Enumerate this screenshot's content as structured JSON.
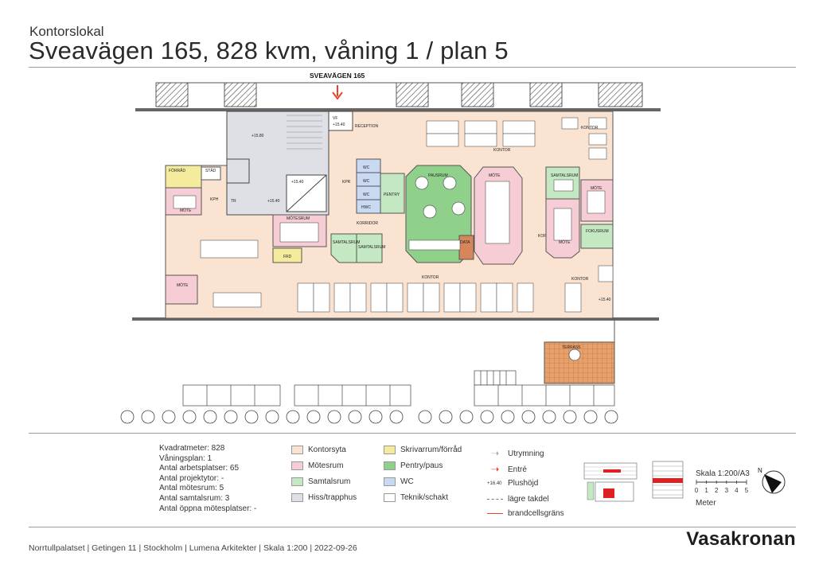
{
  "header": {
    "subtitle": "Kontorslokal",
    "title": "Sveavägen 165, 828 kvm, våning 1 / plan 5"
  },
  "plan": {
    "street_label": "SVEAVÄGEN 165",
    "rooms": {
      "reception": "RECEPTION",
      "kontor": "KONTOR",
      "mote": "MÖTE",
      "motesrum": "MÖTESRUM",
      "pausrum": "PAUSRUM",
      "pentry": "PENTRY",
      "korridor": "KORRIDOR",
      "samtalsrum": "SAMTALSRUM",
      "fokusrum": "FOKUSRUM",
      "forrad": "FÖRRÅD",
      "stad": "STÄD",
      "kph": "KPH",
      "kpr": "KPR",
      "wc": "WC",
      "hwc": "HWC",
      "data": "DATA",
      "frd": "FRD",
      "terrass": "TERRASS",
      "kof": "KOF",
      "vf": "VF",
      "tr": "TR"
    },
    "heights": {
      "h1": "+15.80",
      "h2": "+15.40",
      "h3": "+15.40",
      "h4": "+15.40",
      "h5": "+15.40"
    }
  },
  "stats": [
    "Kvadratmeter: 828",
    "Våningsplan: 1",
    "Antal arbetsplatser: 65",
    "Antal projektytor: -",
    "Antal mötesrum: 5",
    "Antal samtalsrum: 3",
    "Antal öppna mötesplatser: -"
  ],
  "legend": {
    "kontorsyta": "Kontorsyta",
    "motesrum": "Mötesrum",
    "samtalsrum": "Samtalsrum",
    "hiss": "Hiss/trapphus",
    "skrivarrum": "Skrivarrum/förråd",
    "pentry": "Pentry/paus",
    "wc": "WC",
    "teknik": "Teknik/schakt",
    "utrymning": "Utrymning",
    "entre": "Entré",
    "plushojd_value": "+16.40",
    "plushojd": "Plushöjd",
    "takdel": "lägre takdel",
    "brandcell": "brandcellsgräns"
  },
  "colors": {
    "kontorsyta": "#fbe3d2",
    "motesrum": "#f6cdd4",
    "samtalsrum": "#c4e8c1",
    "hiss": "#dfe0e6",
    "skrivarrum": "#f4ec9c",
    "pentry": "#8fd18b",
    "wc": "#c9d9f2",
    "teknik": "#ffffff",
    "entre": "#e8452a"
  },
  "scale": {
    "label": "Skala 1:200/A3",
    "ticks": [
      "0",
      "1",
      "2",
      "3",
      "4",
      "5"
    ],
    "unit": "Meter",
    "north": "N"
  },
  "footer": {
    "text": "Norrtullpalatset  |  Getingen 11  |  Stockholm  |  Lumena Arkitekter  |  Skala 1:200  |  2022-09-26",
    "brand": "Vasakronan"
  }
}
